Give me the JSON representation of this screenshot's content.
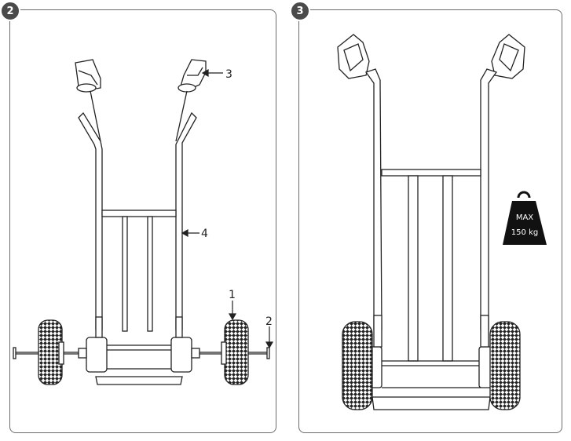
{
  "steps": [
    {
      "number": "2",
      "description": ""
    },
    {
      "number": "3",
      "description": ""
    }
  ],
  "callouts": {
    "wheel": "1",
    "axle_cap": "2",
    "grip": "3",
    "frame": "4"
  },
  "weight_icon": {
    "line1": "MAX",
    "line2": "150 kg",
    "icon": "weight-icon"
  },
  "colors": {
    "line": "#222222",
    "badge": "#4a4a4a",
    "frame_border": "#6b6b6b"
  }
}
